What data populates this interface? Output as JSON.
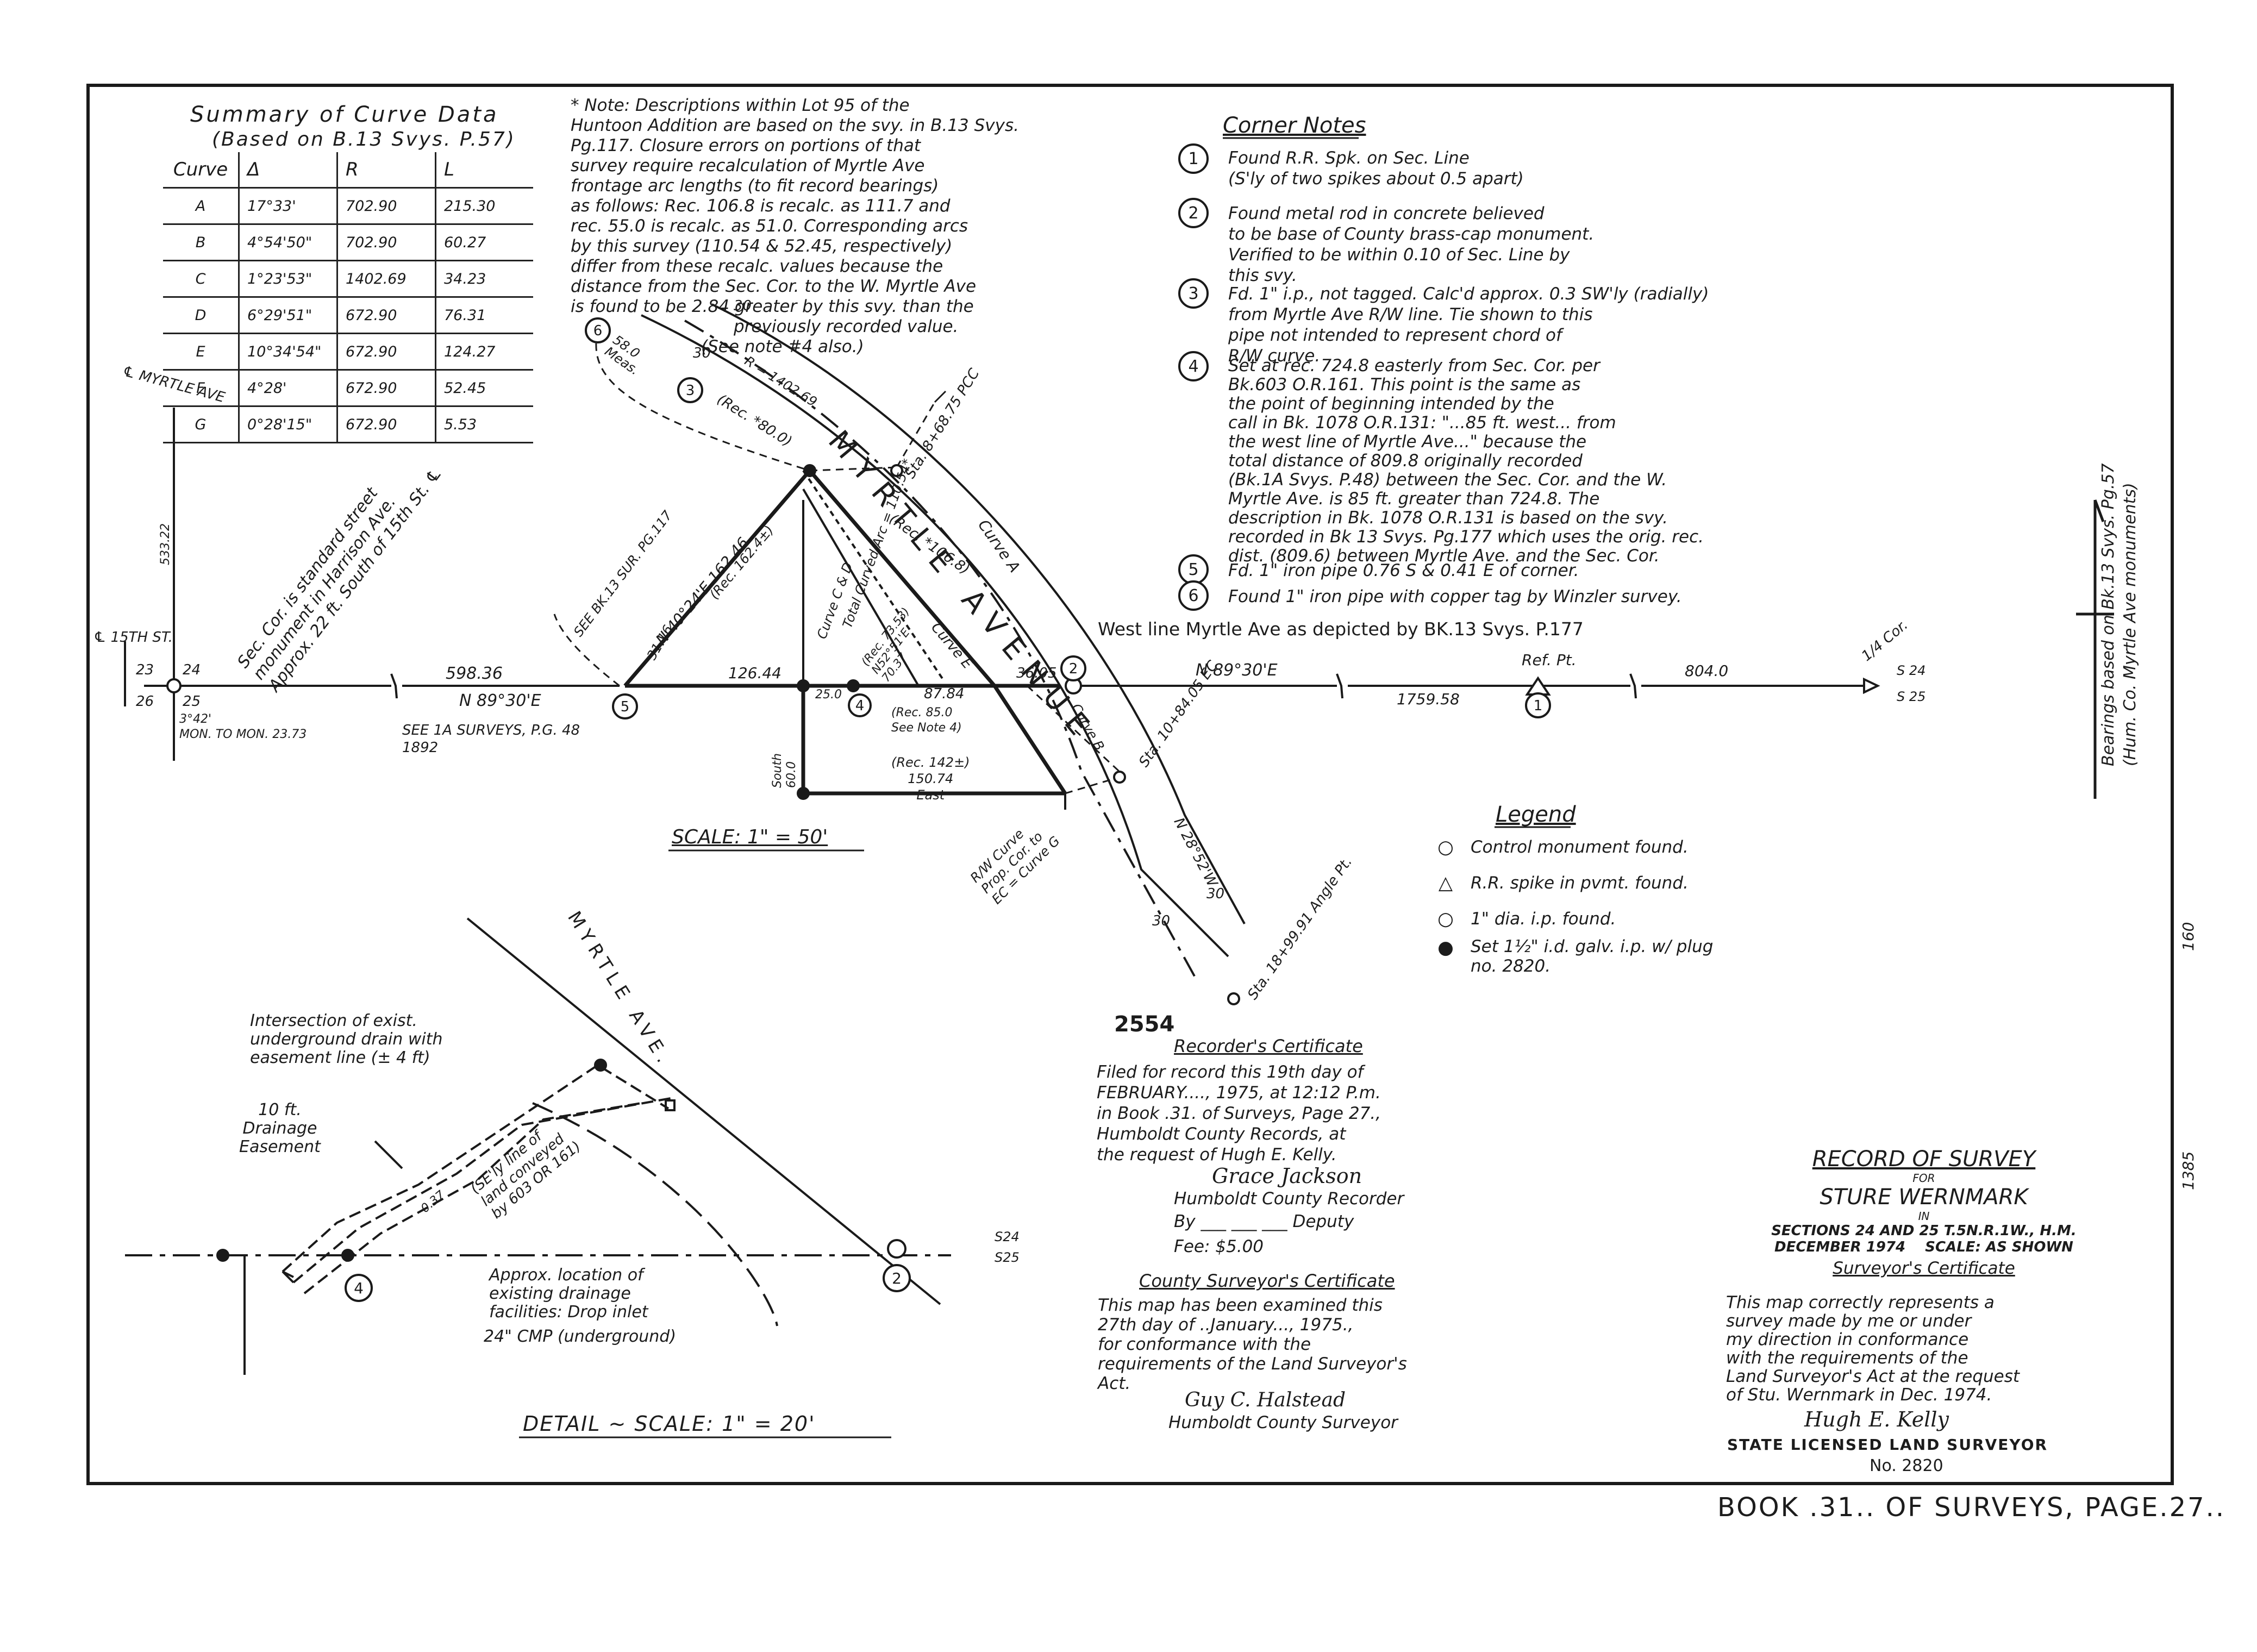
{
  "curve_summary": {
    "title": "Summary of Curve Data",
    "subtitle": "(Based on B.13 Svys. P.57)",
    "headers": [
      "Curve",
      "Δ",
      "R",
      "L"
    ],
    "rows": [
      [
        "A",
        "17°33'",
        "702.90",
        "215.30"
      ],
      [
        "B",
        "4°54'50\"",
        "702.90",
        "60.27"
      ],
      [
        "C",
        "1°23'53\"",
        "1402.69",
        "34.23"
      ],
      [
        "D",
        "6°29'51\"",
        "672.90",
        "76.31"
      ],
      [
        "E",
        "10°34'54\"",
        "672.90",
        "124.27"
      ],
      [
        "F",
        "4°28'",
        "672.90",
        "52.45"
      ],
      [
        "G",
        "0°28'15\"",
        "672.90",
        "5.53"
      ]
    ]
  },
  "note": {
    "lines": [
      "* Note: Descriptions within Lot 95 of the",
      "Huntoon Addition are based on the svy. in B.13 Svys.",
      "Pg.117. Closure errors on portions of that",
      "survey require recalculation of Myrtle Ave",
      "frontage arc lengths (to fit record bearings)",
      "as follows: Rec. 106.8 is recalc. as 111.7 and",
      "rec. 55.0 is recalc. as 51.0. Corresponding arcs",
      "by this survey (110.54 & 52.45, respectively)",
      "differ from these recalc. values because the",
      "distance from the Sec. Cor. to the W. Myrtle Ave",
      "is found to be 2.84 greater by this svy. than the",
      "previously recorded value.",
      "(See note #4 also.)"
    ]
  },
  "corner_notes": {
    "title": "Corner Notes",
    "items": [
      {
        "num": "1",
        "text": "Found R.R. Spk. on Sec. Line\n(S'ly of two spikes about 0.5 apart)"
      },
      {
        "num": "2",
        "text": "Found metal rod in concrete believed\nto be base of County brass-cap monument.\nVerified to be within 0.10 of Sec. Line by\nthis svy."
      },
      {
        "num": "3",
        "text": "Fd. 1\" i.p., not tagged. Calc'd approx. 0.3 SW'ly (radially)\nfrom Myrtle Ave R/W line. Tie shown to this\npipe not intended to represent chord of\nR/W curve."
      },
      {
        "num": "4",
        "text": "Set at rec. 724.8 easterly from Sec. Cor. per\nBk.603 O.R.161. This point is the same as\nthe point of beginning intended by the\ncall in Bk. 1078 O.R.131: \"...85 ft. west... from\nthe west line of Myrtle Ave...\" because the\ntotal distance of 809.8 originally recorded\n(Bk.1A Svys. P.48) between the Sec. Cor. and the W.\nMyrtle Ave. is 85 ft. greater than 724.8. The\ndescription in Bk. 1078 O.R.131 is based on the svy.\nrecorded in Bk 13 Svys. Pg.177 which uses the orig. rec.\ndist. (809.6) between Myrtle Ave. and the Sec. Cor."
      },
      {
        "num": "5",
        "text": "Fd. 1\" iron pipe 0.76 S & 0.41 E of corner."
      },
      {
        "num": "6",
        "text": "Found 1\" iron pipe with copper tag by Winzler survey."
      }
    ]
  },
  "map_labels": {
    "myrtle_avenue": "MYRTLE AVENUE",
    "myrtle_ave_cl": "℄ MYRTLE AVE",
    "fifteenth_st": "℄ 15TH ST.",
    "sec_cor_note": "Sec. Cor. is standard street\nmonument in Harrison Ave.\nApprox. 22 ft. South of 15th St. ℄",
    "west_line": "West line Myrtle Ave as depicted by BK.13 Svys. P.177",
    "quarter_cor": "1/4 Cor.",
    "ref_pt": "Ref. Pt.",
    "sta_top": "Sta. 8+68.75 PCC",
    "sta_mid": "Sta. 10+84.05 EC",
    "sta_bottom": "Sta. 18+99.91 Angle Pt.",
    "n89_left": "N 89°30'E",
    "n89_right": "N 89°30'E",
    "dist_59836": "598.36",
    "dist_12644": "126.44",
    "dist_8784": "87.84",
    "dist_3605": "36.05",
    "dist_175958": "1759.58",
    "dist_8040": "804.0",
    "dist_3116": "31.16",
    "dist_250": "25.0",
    "dist_53322": "533.22",
    "south_600": "South\n60.0",
    "east_15074": "(Rec. 142±)\n150.74\nEast",
    "rec_850": "(Rec. 85.0\nSee Note 4)",
    "n40": "N 40°24'E 162.46",
    "rec_162": "(Rec. 162.4±)",
    "rec_800": "(Rec. *80.0)",
    "rec_1068": "(Rec. *106.8)",
    "rec_7353": "(Rec. 73.53)\nN52°51'E\n70.37",
    "meas": "58.0\nMeas.",
    "see_bk13": "SEE BK.13 SUR. PG.117",
    "see_1a": "SEE 1A SURVEYS, P.G. 48\n1892",
    "mon_to_mon": "3°42'\nMON. TO MON. 23.73",
    "rw_curve": "R/W Curve\nProp. Cor. to\nEC = Curve G",
    "curve_a": "Curve A",
    "curve_e": "Curve E",
    "curve_b": "Curve B",
    "curve_cd": "Curve C & D",
    "total_arc": "Total Curved Arc = 110.54*",
    "r_value": "R = 1402.69",
    "n28": "N 28°52'W",
    "thirty": "30",
    "sec23": "23",
    "sec24": "24",
    "sec25": "25",
    "sec26": "26",
    "s24": "S 24",
    "s25": "S 25",
    "scale": "SCALE: 1\" = 50'",
    "bearings_note": "Bearings based on Bk.13 Svys. Pg.57\n(Hum. Co. Myrtle Ave monuments)"
  },
  "detail": {
    "myrtle": "MYRTLE AVE.",
    "intersection": "Intersection of exist.\nunderground drain with\neasement line (± 4 ft)",
    "drainage": "10 ft.\nDrainage\nEasement",
    "seline": "(SE'ly line of\nland conveyed\nby 603 OR 161)",
    "dist_037": "0.37",
    "approx": "Approx. location of\nexisting drainage\nfacilities: Drop inlet",
    "cmp": "24\" CMP (underground)",
    "s24": "S24",
    "s25": "S25",
    "title": "DETAIL ~ SCALE: 1\" = 20'"
  },
  "legend": {
    "title": "Legend",
    "items": [
      {
        "symbol": "○",
        "label": "Control monument found."
      },
      {
        "symbol": "△",
        "label": "R.R. spike in pvmt. found."
      },
      {
        "symbol": "○",
        "label": "1\" dia. i.p. found."
      },
      {
        "symbol": "●",
        "label": "Set 1½\" i.d. galv. i.p. w/ plug\nno. 2820."
      }
    ]
  },
  "recorder": {
    "number": "2554",
    "title": "Recorder's Certificate",
    "text": "Filed for record this 19th day of\nFEBRUARY...., 1975, at 12:12 P.m.\nin Book .31. of Surveys, Page 27.,\nHumboldt County Records, at\nthe request of Hugh E. Kelly.",
    "signature": "Grace Jackson",
    "role": "Humboldt County Recorder",
    "by": "By ___ ___ ___ Deputy",
    "fee": "Fee: $5.00"
  },
  "county_surveyor": {
    "title": "County Surveyor's Certificate",
    "text": "This map has been examined this\n27th day of ..January..., 1975.,\nfor conformance with the\nrequirements of the Land Surveyor's\nAct.",
    "signature": "Guy C. Halstead",
    "role": "Humboldt County Surveyor"
  },
  "title_block": {
    "line1": "RECORD OF SURVEY",
    "line2": "FOR",
    "line3": "STURE WERNMARK",
    "line4": "IN",
    "line5": "SECTIONS 24 AND 25 T.5N.R.1W., H.M.",
    "line6": "DECEMBER 1974    SCALE: AS SHOWN",
    "cert_title": "Surveyor's Certificate",
    "cert_text": "This map correctly represents a\nsurvey made by me or under\nmy direction in conformance\nwith the requirements of the\nLand Surveyor's Act at the request\nof Stu. Wernmark in Dec. 1974.",
    "signature": "Hugh E. Kelly",
    "license": "STATE LICENSED LAND SURVEYOR",
    "license_no": "No. 2820"
  },
  "footer": "BOOK .31.. OF SURVEYS, PAGE.27..",
  "margin_numbers": {
    "n160": "160",
    "n1385": "1385"
  }
}
